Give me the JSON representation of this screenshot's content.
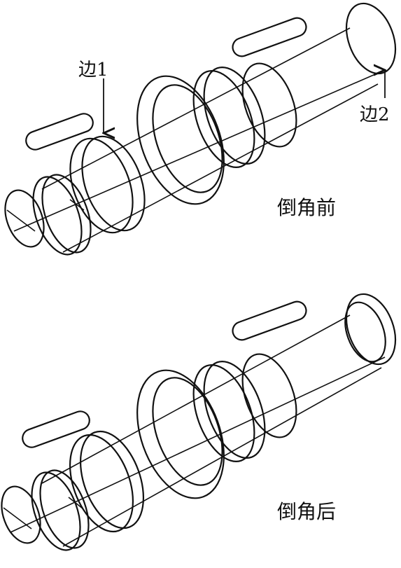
{
  "labels": {
    "edge1": "边1",
    "edge2": "边2"
  },
  "captions": {
    "before": "倒角前",
    "after": "倒角后"
  },
  "colors": {
    "line": "#111111",
    "background": "#ffffff"
  }
}
